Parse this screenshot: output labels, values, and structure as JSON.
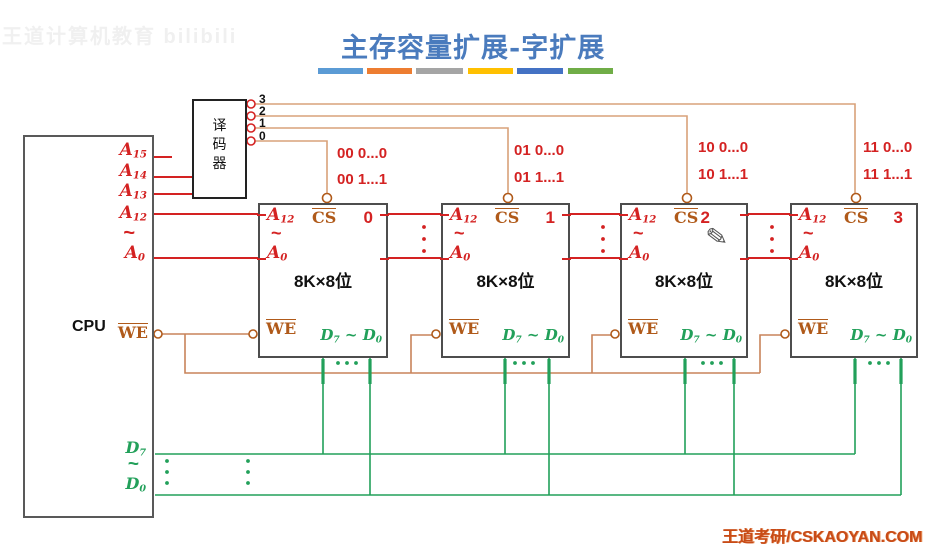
{
  "colors": {
    "title_blue": "#4a7bbd",
    "line_red": "#d42222",
    "text_brown": "#b05a1a",
    "wire_tan": "#d9a27a",
    "wire_brown": "#c8845a",
    "line_green": "#22a05a",
    "watermark_red": "#c84b17",
    "bar0": "#5B9BD5",
    "bar1": "#ED7D31",
    "bar2": "#A5A5A5",
    "bar3": "#FFC000",
    "bar4": "#4472C4",
    "bar5": "#70AD47"
  },
  "watermarks": {
    "top_left": "王道计算机教育 bilibili",
    "bottom_right": "王道考研/CSKAOYAN.COM"
  },
  "header": {
    "title": "主存容量扩展-字扩展"
  },
  "cpu": {
    "label": "CPU",
    "a15": {
      "base": "A",
      "sub": "15"
    },
    "a14": {
      "base": "A",
      "sub": "14"
    },
    "a13": {
      "base": "A",
      "sub": "13"
    },
    "a12": {
      "base": "A",
      "sub": "12"
    },
    "tilde": "~",
    "a0": {
      "base": "A",
      "sub": "0"
    },
    "we": "WE",
    "d7": {
      "base": "D",
      "sub": "7"
    },
    "d_tilde": "~",
    "d0": {
      "base": "D",
      "sub": "0"
    }
  },
  "decoder": {
    "chars": [
      "译",
      "码",
      "器"
    ],
    "outputs": [
      "3",
      "2",
      "1",
      "0"
    ]
  },
  "chip_pins": {
    "a_high": {
      "base": "A",
      "sub": "12"
    },
    "tilde": "~",
    "a_low": {
      "base": "A",
      "sub": "0"
    },
    "cs": "CS",
    "capacity": "8K×8位",
    "we": "WE",
    "d_high": {
      "base": "D",
      "sub": "7"
    },
    "d_tilde": "~",
    "d_low": {
      "base": "D",
      "sub": "0"
    }
  },
  "chips": [
    {
      "number": "0",
      "sel_top": "00 0...0",
      "sel_bottom": "00 1...1"
    },
    {
      "number": "1",
      "sel_top": "01 0...0",
      "sel_bottom": "01 1...1"
    },
    {
      "number": "2",
      "sel_top": "10 0...0",
      "sel_bottom": "10 1...1"
    },
    {
      "number": "3",
      "sel_top": "11 0...0",
      "sel_bottom": "11 1...1"
    }
  ],
  "icons": {
    "pen_cursor": "✎"
  }
}
